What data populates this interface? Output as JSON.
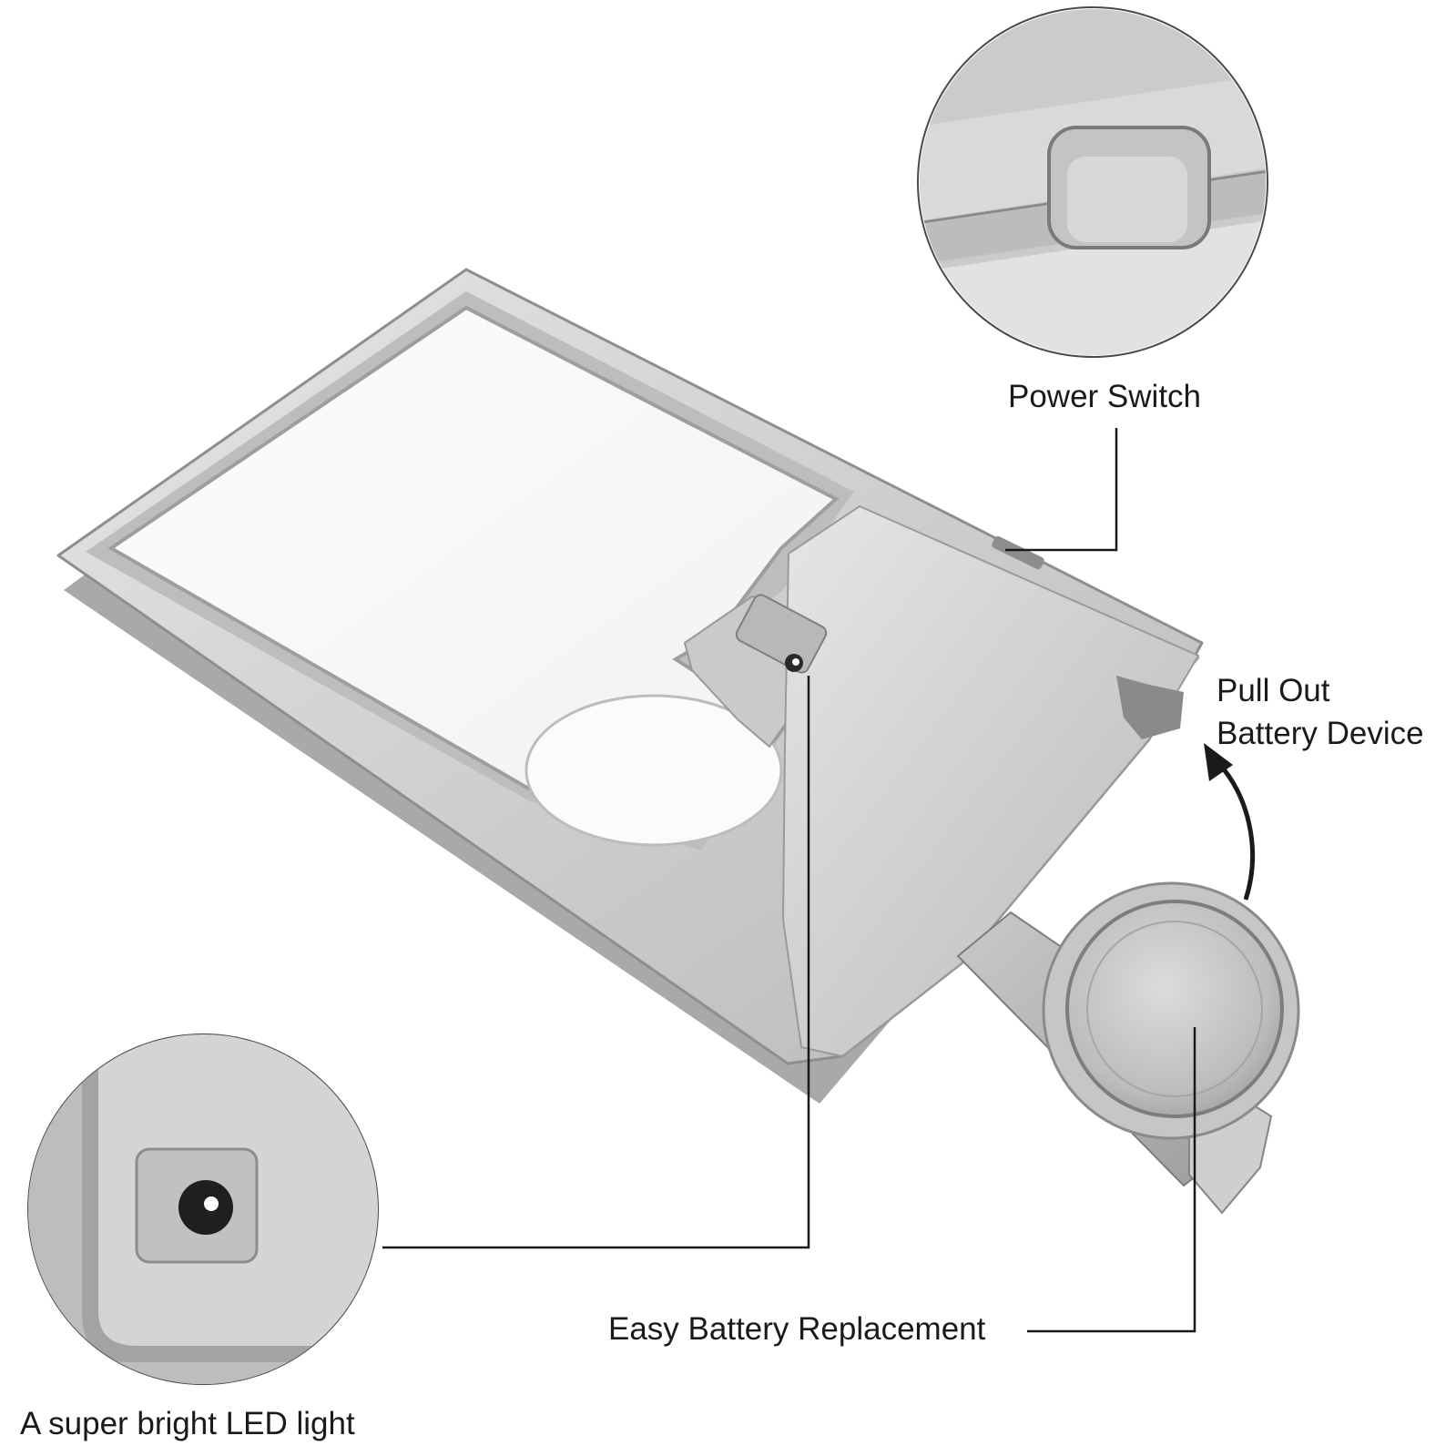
{
  "labels": {
    "power_switch": "Power Switch",
    "pull_out_line1": "Pull Out",
    "pull_out_line2": "Battery Device",
    "easy_battery": "Easy Battery Replacement",
    "led_light": "A super bright LED light"
  }
}
